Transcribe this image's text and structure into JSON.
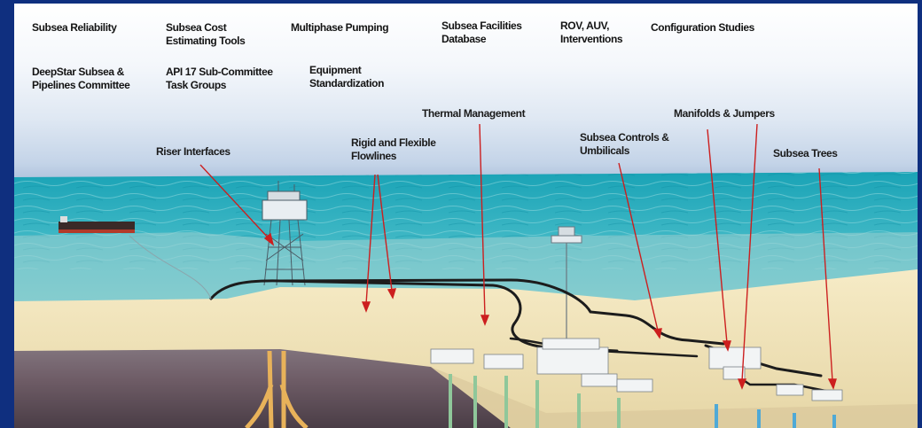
{
  "topics": [
    {
      "id": "subsea-reliability",
      "lines": [
        "Subsea Reliability"
      ]
    },
    {
      "id": "subsea-cost-estimating-tools",
      "lines": [
        "Subsea Cost",
        "Estimating Tools"
      ]
    },
    {
      "id": "multiphase-pumping",
      "lines": [
        "Multiphase Pumping"
      ]
    },
    {
      "id": "subsea-facilities-database",
      "lines": [
        "Subsea Facilities",
        "Database"
      ]
    },
    {
      "id": "rov-auv-interventions",
      "lines": [
        "ROV, AUV,",
        "Interventions"
      ]
    },
    {
      "id": "configuration-studies",
      "lines": [
        "Configuration Studies"
      ]
    },
    {
      "id": "deepstar-committee",
      "lines": [
        "DeepStar Subsea &",
        "Pipelines Committee"
      ]
    },
    {
      "id": "api17-task-groups",
      "lines": [
        "API 17 Sub-Committee",
        "Task Groups"
      ]
    },
    {
      "id": "equipment-standardization",
      "lines": [
        "Equipment",
        "Standardization"
      ]
    }
  ],
  "callouts": [
    {
      "id": "thermal-management",
      "lines": [
        "Thermal Management"
      ]
    },
    {
      "id": "manifolds-jumpers",
      "lines": [
        "Manifolds & Jumpers"
      ]
    },
    {
      "id": "riser-interfaces",
      "lines": [
        "Riser Interfaces"
      ]
    },
    {
      "id": "rigid-flexible-flowlines",
      "lines": [
        "Rigid and Flexible",
        "Flowlines"
      ]
    },
    {
      "id": "subsea-controls-umbilicals",
      "lines": [
        "Subsea Controls &",
        "Umbilicals"
      ]
    },
    {
      "id": "subsea-trees",
      "lines": [
        "Subsea Trees"
      ]
    }
  ],
  "colors": {
    "frame": "#0f2f7f",
    "ocean_surface": "#2aa8b8",
    "seabed": "#efe2b8",
    "subsurface": "#7a6a72",
    "arrow": "#cc1f1f",
    "pipeline": "#1c1c1c",
    "well_green": "#8fc79a",
    "well_blue": "#4fa9d6",
    "riser_orange": "#e8b25a"
  }
}
